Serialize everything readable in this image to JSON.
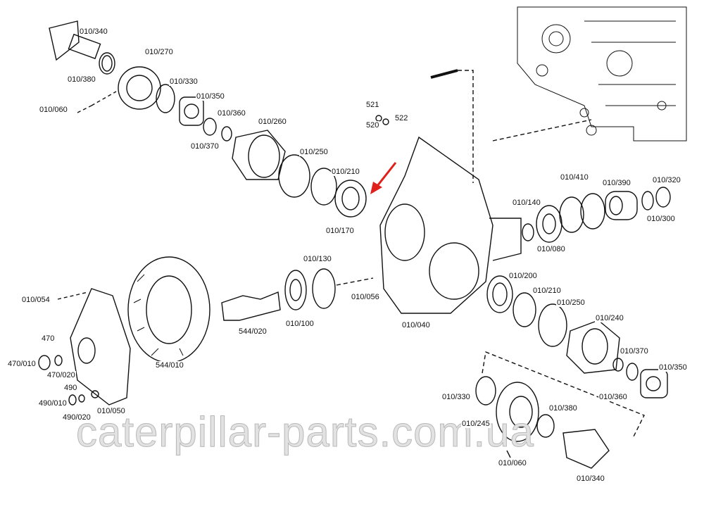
{
  "watermark": "caterpillar-parts.com.ua",
  "accent_color": "#e0201a",
  "labels": [
    {
      "id": "l1",
      "text": "010/340"
    },
    {
      "id": "l2",
      "text": "010/270"
    },
    {
      "id": "l3",
      "text": "010/380"
    },
    {
      "id": "l4",
      "text": "010/330"
    },
    {
      "id": "l5",
      "text": "010/350"
    },
    {
      "id": "l6",
      "text": "010/360"
    },
    {
      "id": "l7",
      "text": "010/060"
    },
    {
      "id": "l8",
      "text": "010/370"
    },
    {
      "id": "l9",
      "text": "010/260"
    },
    {
      "id": "l10",
      "text": "521"
    },
    {
      "id": "l11",
      "text": "520"
    },
    {
      "id": "l12",
      "text": "522"
    },
    {
      "id": "l13",
      "text": "010/250"
    },
    {
      "id": "l14",
      "text": "010/210"
    },
    {
      "id": "l15",
      "text": "010/170"
    },
    {
      "id": "l16",
      "text": "010/410"
    },
    {
      "id": "l17",
      "text": "010/390"
    },
    {
      "id": "l18",
      "text": "010/320"
    },
    {
      "id": "l19",
      "text": "010/140"
    },
    {
      "id": "l20",
      "text": "010/300"
    },
    {
      "id": "l21",
      "text": "010/080"
    },
    {
      "id": "l22",
      "text": "010/130"
    },
    {
      "id": "l23",
      "text": "010/200"
    },
    {
      "id": "l24",
      "text": "010/210"
    },
    {
      "id": "l25",
      "text": "010/250"
    },
    {
      "id": "l26",
      "text": "010/054"
    },
    {
      "id": "l27",
      "text": "010/056"
    },
    {
      "id": "l28",
      "text": "010/100"
    },
    {
      "id": "l29",
      "text": "544/020"
    },
    {
      "id": "l30",
      "text": "010/040"
    },
    {
      "id": "l31",
      "text": "010/240"
    },
    {
      "id": "l32",
      "text": "470"
    },
    {
      "id": "l33",
      "text": "470/010"
    },
    {
      "id": "l34",
      "text": "470/020"
    },
    {
      "id": "l35",
      "text": "544/010"
    },
    {
      "id": "l36",
      "text": "010/370"
    },
    {
      "id": "l37",
      "text": "010/350"
    },
    {
      "id": "l38",
      "text": "490"
    },
    {
      "id": "l39",
      "text": "490/010"
    },
    {
      "id": "l40",
      "text": "490/020"
    },
    {
      "id": "l41",
      "text": "010/050"
    },
    {
      "id": "l42",
      "text": "010/330"
    },
    {
      "id": "l43",
      "text": "010/360"
    },
    {
      "id": "l44",
      "text": "010/380"
    },
    {
      "id": "l45",
      "text": "010/245"
    },
    {
      "id": "l46",
      "text": "010/060"
    },
    {
      "id": "l47",
      "text": "010/340"
    }
  ]
}
